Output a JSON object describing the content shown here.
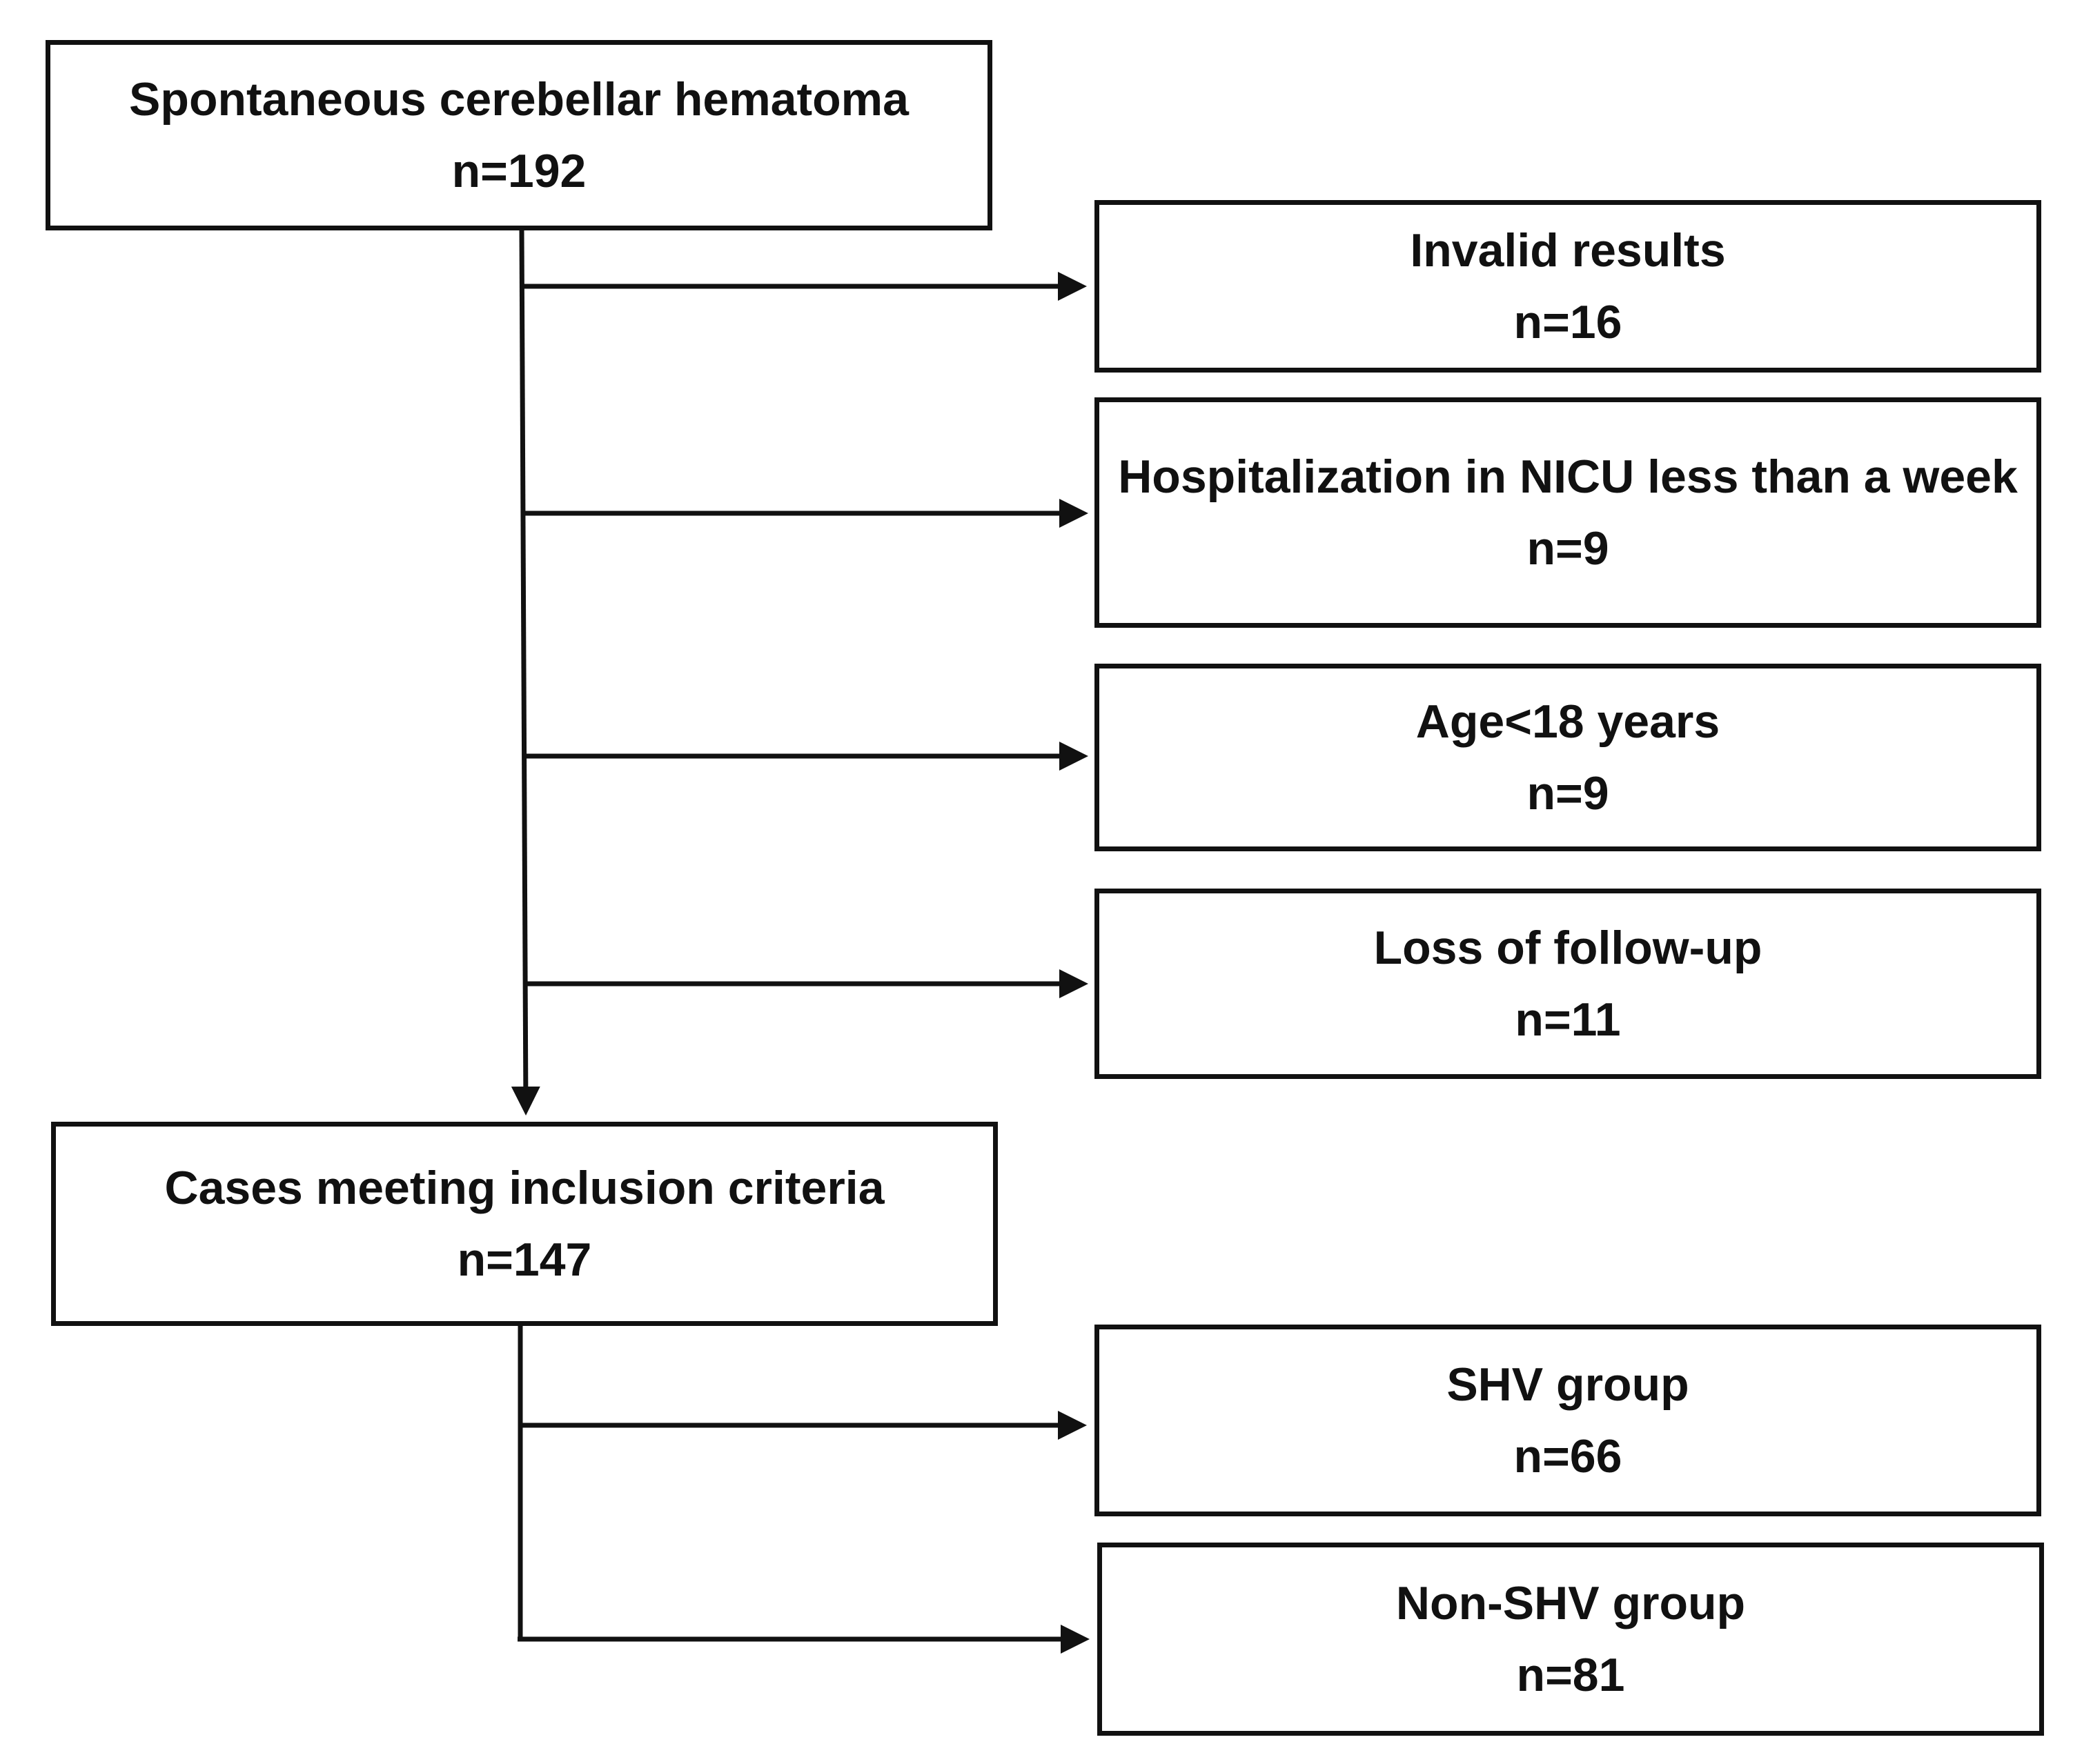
{
  "flowchart": {
    "start": {
      "label": "Spontaneous cerebellar hematoma",
      "count": "n=192"
    },
    "exclusions": [
      {
        "label": "Invalid results",
        "count": "n=16"
      },
      {
        "label": "Hospitalization in NICU less than a week",
        "count": "n=9"
      },
      {
        "label": "Age<18 years",
        "count": "n=9"
      },
      {
        "label": "Loss of follow-up",
        "count": "n=11"
      }
    ],
    "included": {
      "label": "Cases meeting inclusion criteria",
      "count": "n=147"
    },
    "groups": [
      {
        "label": "SHV group",
        "count": "n=66"
      },
      {
        "label": "Non-SHV group",
        "count": "n=81"
      }
    ]
  },
  "colors": {
    "line": "#111111",
    "box_fill": "#ffffff",
    "text": "#111111"
  }
}
